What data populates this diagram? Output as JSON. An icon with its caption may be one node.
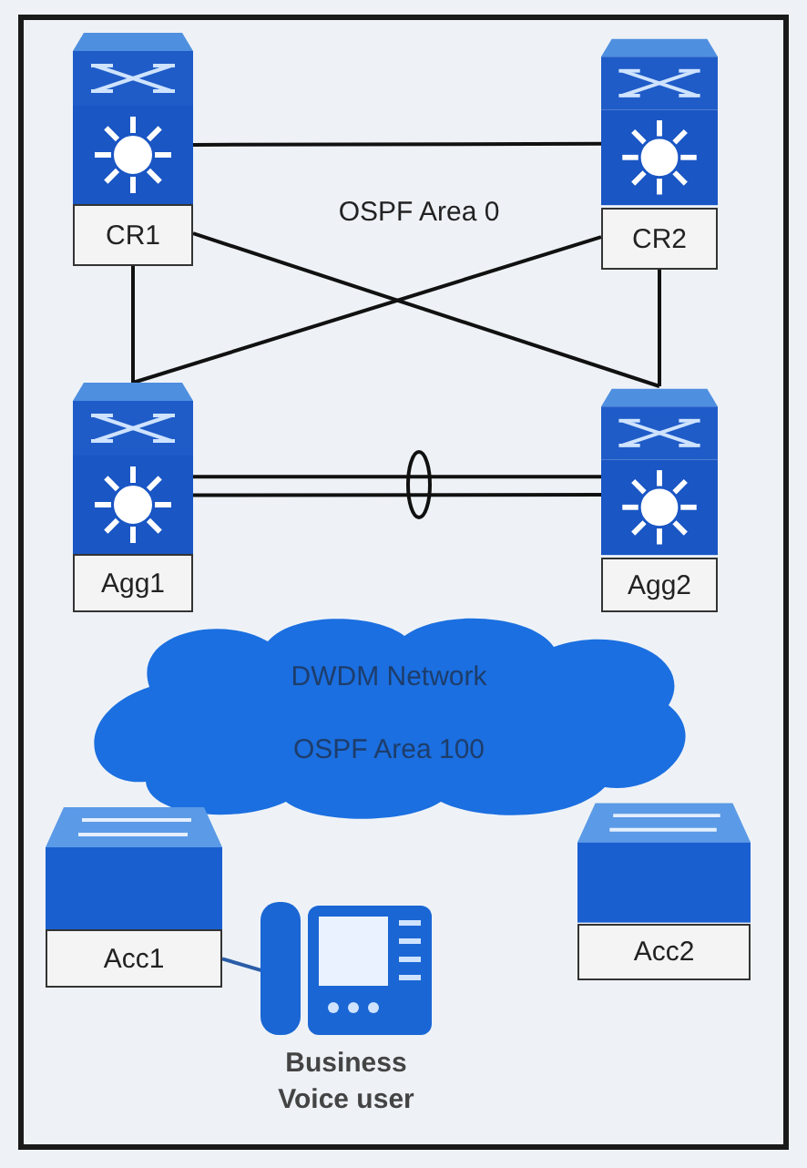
{
  "diagram": {
    "nodes": [
      {
        "text": [
          "CR1"
        ]
      },
      {
        "text": [
          "CR2"
        ]
      },
      {
        "text": [
          "Agg1"
        ]
      },
      {
        "text": [
          "Agg2"
        ]
      },
      {
        "text": [
          "DWDM Network",
          "OSPF Area 100"
        ]
      },
      {
        "text": [
          "Acc1"
        ]
      },
      {
        "text": [
          "Acc2"
        ]
      },
      {
        "text": [
          "Business Voice user"
        ]
      }
    ],
    "edges": [
      {
        "from": 0,
        "to": 1,
        "arrow": "none"
      },
      {
        "from": 0,
        "to": 2,
        "arrow": "none"
      },
      {
        "from": 1,
        "to": 3,
        "arrow": "none"
      },
      {
        "from": 0,
        "to": 3,
        "arrow": "none"
      },
      {
        "from": 1,
        "to": 2,
        "arrow": "none"
      },
      {
        "from": 2,
        "to": 3,
        "arrow": "none"
      },
      {
        "from": 2,
        "to": 3,
        "arrow": "none"
      },
      {
        "from": 5,
        "to": 7,
        "arrow": "none",
        "color": "#2a5da8"
      }
    ],
    "labels": [
      "OSPF Area 0"
    ]
  }
}
